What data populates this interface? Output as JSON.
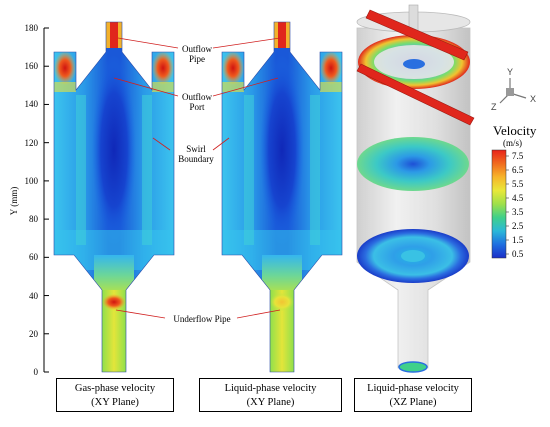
{
  "axis": {
    "y_title": "Y (mm)",
    "y_ticks": [
      "180",
      "160",
      "140",
      "120",
      "100",
      "80",
      "60",
      "40",
      "20",
      "0"
    ]
  },
  "annotations": {
    "outflow_pipe": "Outflow\nPipe",
    "outflow_port": "Outflow\nPort",
    "swirl_boundary": "Swirl\nBoundary",
    "underflow_pipe": "Underflow Pipe"
  },
  "captions": [
    {
      "line1": "Gas-phase velocity",
      "line2": "(XY Plane)"
    },
    {
      "line1": "Liquid-phase velocity",
      "line2": "(XY Plane)"
    },
    {
      "line1": "Liquid-phase velocity",
      "line2": "(XZ Plane)"
    }
  ],
  "legend": {
    "title": "Velocity",
    "unit": "(m/s)",
    "labels": [
      "7.5",
      "6.5",
      "5.5",
      "4.5",
      "3.5",
      "2.5",
      "1.5",
      "0.5"
    ],
    "colors": [
      "#e8221a",
      "#f06a1e",
      "#f7b52a",
      "#e9e83a",
      "#9fe04a",
      "#3fd08a",
      "#2bb8d8",
      "#1f6fe0",
      "#1c2fc8"
    ]
  },
  "triad": {
    "y": "Y",
    "z": "Z",
    "x": "X"
  },
  "colors": {
    "deep_blue": "#1233c8",
    "mid_blue": "#1a6ee6",
    "light_blue": "#35b6ee",
    "cyan": "#3dd8e0",
    "green": "#7ed957",
    "yellow": "#e6e636",
    "orange": "#f29a2a",
    "red": "#e0261c",
    "gray_cylinder": "#d4d4d4"
  }
}
